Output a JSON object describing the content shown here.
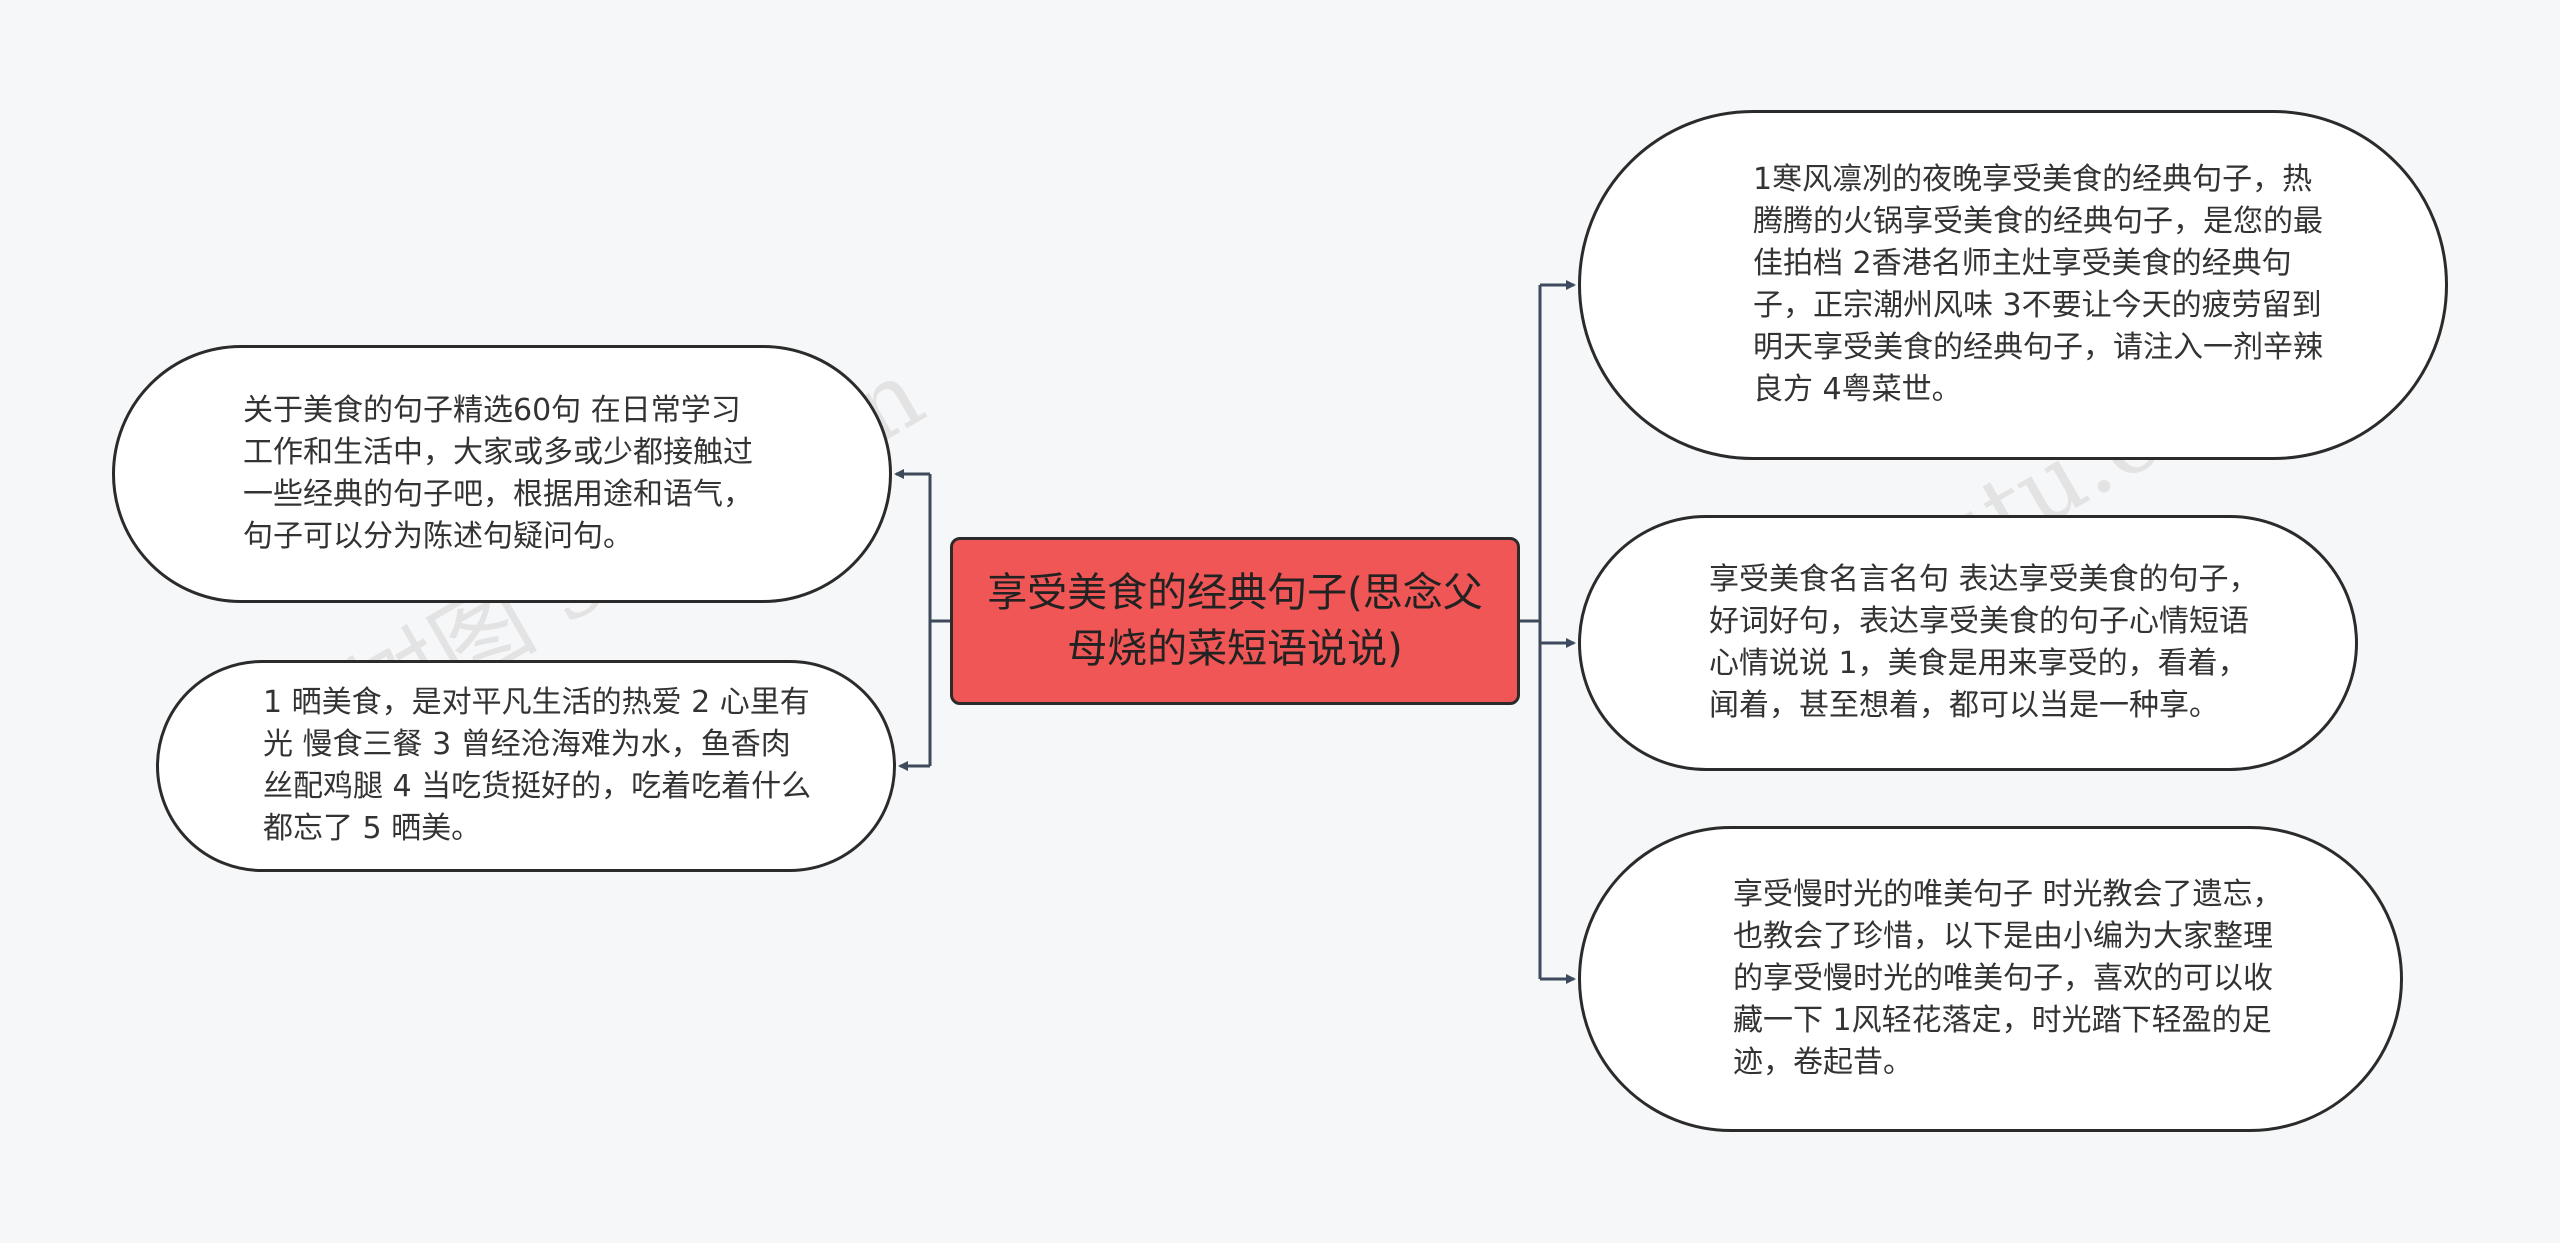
{
  "root": {
    "text": "享受美食的经典句子(思念父母烧的菜短语说说)"
  },
  "left_nodes": [
    {
      "text": "关于美食的句子精选60句 在日常学习工作和生活中，大家或多或少都接触过一些经典的句子吧，根据用途和语气，句子可以分为陈述句疑问句。"
    },
    {
      "text": "1 晒美食，是对平凡生活的热爱 2 心里有光 慢食三餐 3 曾经沧海难为水，鱼香肉丝配鸡腿 4 当吃货挺好的，吃着吃着什么都忘了 5 晒美。"
    }
  ],
  "right_nodes": [
    {
      "text": "1寒风凛冽的夜晚享受美食的经典句子，热腾腾的火锅享受美食的经典句子，是您的最佳拍档 2香港名师主灶享受美食的经典句子，正宗潮州风味 3不要让今天的疲劳留到明天享受美食的经典句子，请注入一剂辛辣良方 4粤菜世。"
    },
    {
      "text": "享受美食名言名句 表达享受美食的句子，好词好句，表达享受美食的句子心情短语心情说说 1，美食是用来享受的，看着，闻着，甚至想着，都可以当是一种享。"
    },
    {
      "text": "享受慢时光的唯美句子 时光教会了遗忘，也教会了珍惜，以下是由小编为大家整理的享受慢时光的唯美句子，喜欢的可以收藏一下 1风轻花落定，时光踏下轻盈的足迹，卷起昔。"
    }
  ],
  "watermark": {
    "text": "树图 shutu.cn"
  },
  "colors": {
    "root_fill": "#ef5655",
    "connector": "#3d4a5c",
    "border": "#2b2b2b",
    "background": "#f6f7f8"
  }
}
